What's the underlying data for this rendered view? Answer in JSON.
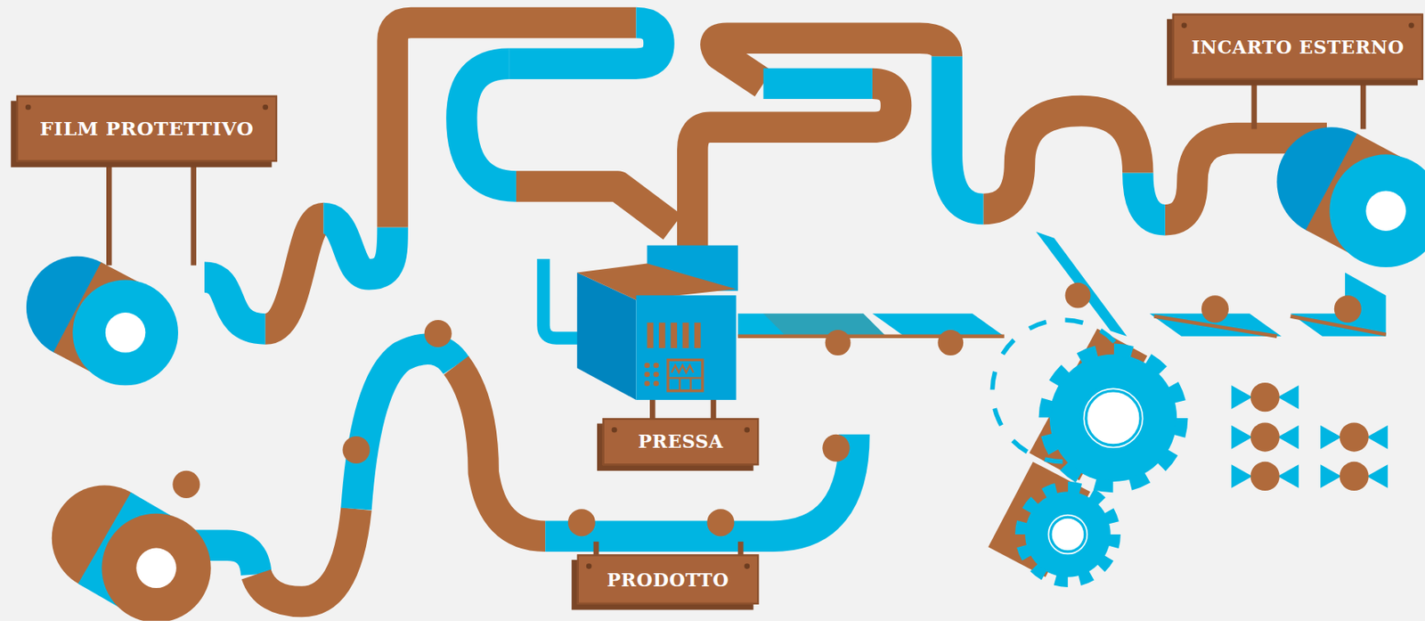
{
  "diagram": {
    "nodes": [
      {
        "text": [
          "FILM PROTETTIVO"
        ]
      },
      {
        "text": [
          "INCARTO ESTERNO"
        ]
      },
      {
        "text": [
          "PRESSA"
        ]
      },
      {
        "text": [
          "PRODOTTO"
        ]
      }
    ]
  }
}
